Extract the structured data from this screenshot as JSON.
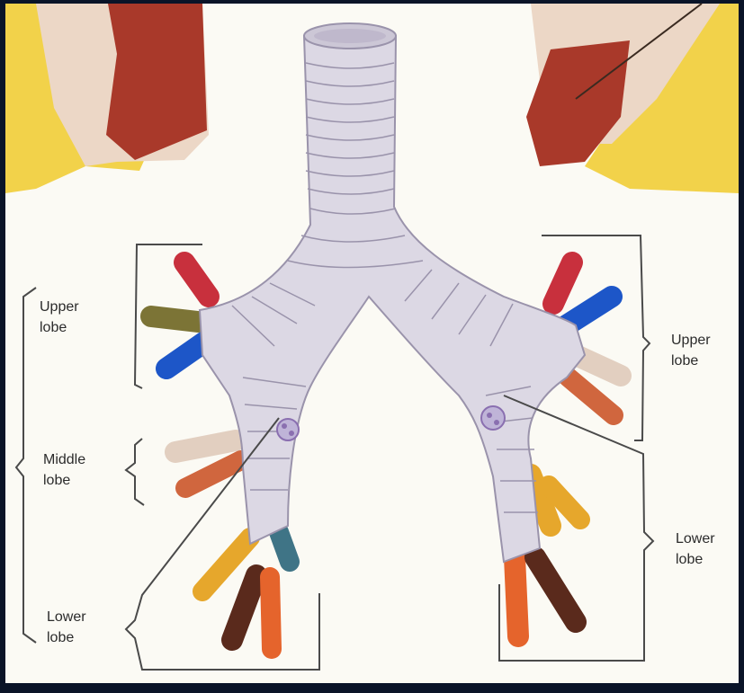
{
  "labels": {
    "right_upper": {
      "line1": "Upper",
      "line2": "lobe"
    },
    "right_middle": {
      "line1": "Middle",
      "line2": "lobe"
    },
    "right_lower": {
      "line1": "Lower",
      "line2": "lobe"
    },
    "left_upper": {
      "line1": "Upper",
      "line2": "lobe"
    },
    "left_lower": {
      "line1": "Lower",
      "line2": "lobe"
    }
  },
  "colors": {
    "frame": "#0a1428",
    "background": "#fbfaf4",
    "lung_yellow": "#f2d24a",
    "lung_pink": "#ecd7c6",
    "lung_red": "#a9392a",
    "airway_fill": "#dcd8e4",
    "airway_ring": "#9a93ab",
    "bracket": "#4a4a4a",
    "bronchus_red": "#c8303d",
    "bronchus_olive": "#7c7436",
    "bronchus_blue": "#1d56c8",
    "bronchus_pale": "#e2cfc0",
    "bronchus_orange": "#e08a52",
    "bronchus_salmon": "#d0663e",
    "bronchus_gold": "#e6a72c",
    "bronchus_teal": "#3f7486",
    "bronchus_brown": "#5a2a1c",
    "bronchus_orangered": "#e5642c",
    "node_purple": "#8a6fb0"
  }
}
